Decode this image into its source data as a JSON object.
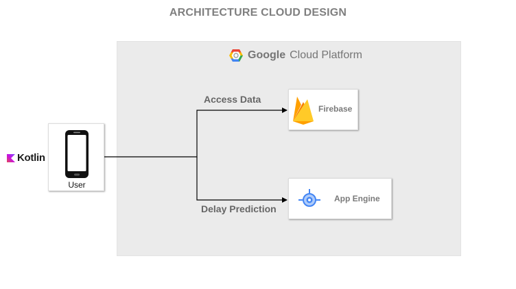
{
  "title": "ARCHITECTURE CLOUD DESIGN",
  "platform": {
    "brand": "Google",
    "name": "Cloud Platform",
    "icon": "gcp-hexagon-icon"
  },
  "client": {
    "label": "User",
    "icon": "smartphone-icon",
    "language": "Kotlin"
  },
  "services": {
    "firebase": {
      "label": "Firebase",
      "icon": "firebase-flame-icon"
    },
    "appengine": {
      "label": "App Engine",
      "icon": "app-engine-icon"
    }
  },
  "edges": {
    "access": "Access Data",
    "delay": "Delay Prediction"
  },
  "colors": {
    "region": "#ebebeb",
    "line": "#000000",
    "text_muted": "#7f7f7f",
    "firebase_yellow": "#FFCA28",
    "firebase_orange": "#F57C00",
    "appengine_blue": "#4285F4",
    "kotlin_purple": "#7F52FF",
    "kotlin_orange": "#E44857"
  }
}
